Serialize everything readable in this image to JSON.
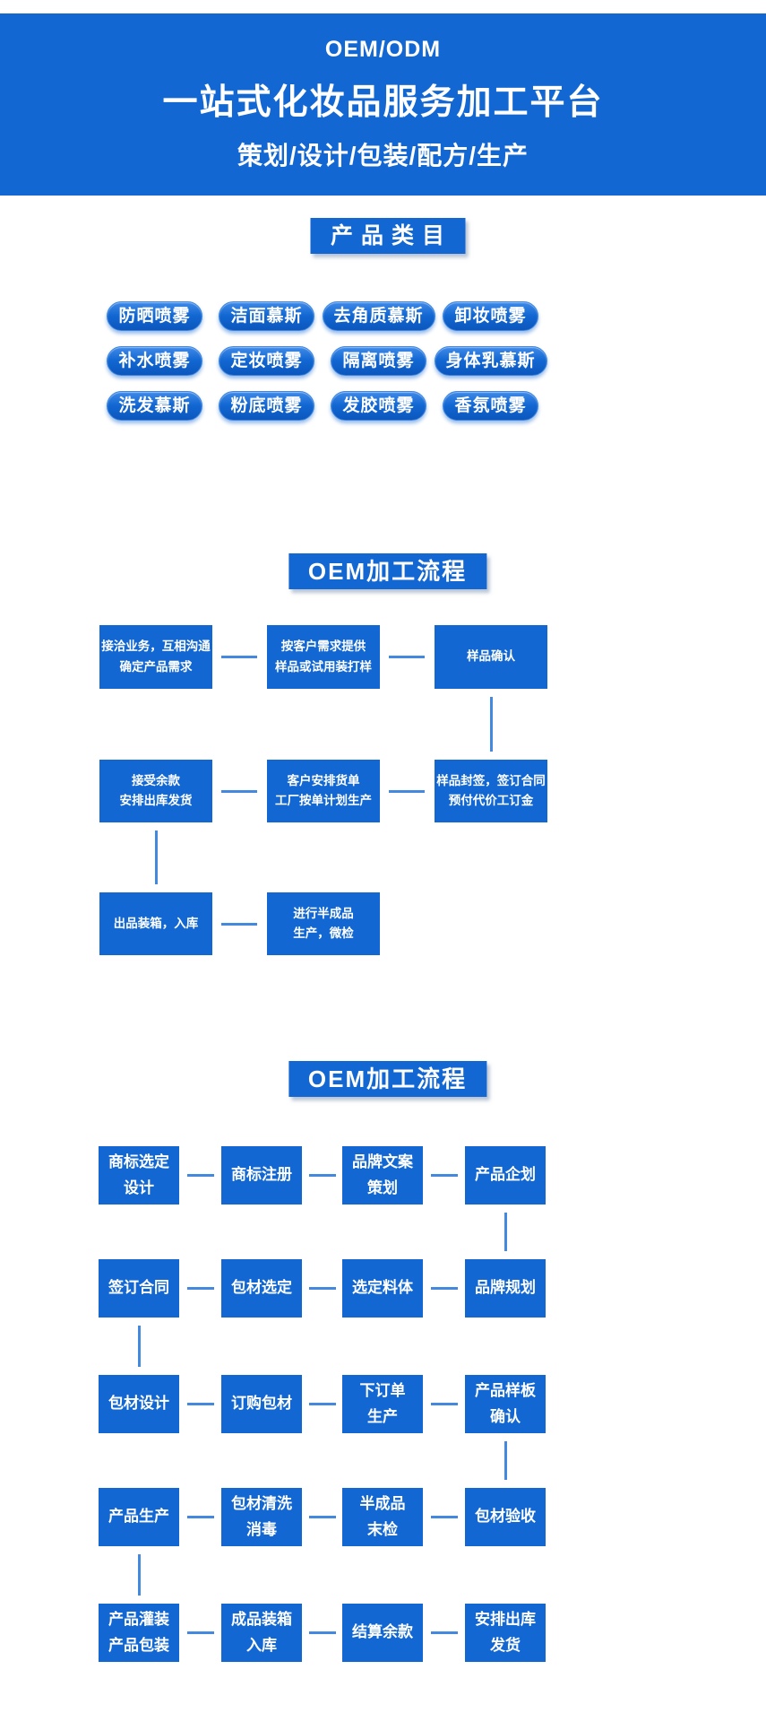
{
  "header": {
    "line1": "OEM/ODM",
    "line2": "一站式化妆品服务加工平台",
    "line3": "策划/设计/包装/配方/生产"
  },
  "categories": {
    "title": "产品类目",
    "pills": [
      "防晒喷雾",
      "洁面慕斯",
      "去角质慕斯",
      "卸妆喷雾",
      "补水喷雾",
      "定妆喷雾",
      "隔离喷雾",
      "身体乳慕斯",
      "洗发慕斯",
      "粉底喷雾",
      "发胶喷雾",
      "香氛喷雾"
    ]
  },
  "flow1": {
    "title": "OEM加工流程",
    "rows": [
      [
        [
          "接洽业务，互相沟通",
          "确定产品需求"
        ],
        [
          "按客户需求提供",
          "样品或试用装打样"
        ],
        [
          "样品确认"
        ]
      ],
      [
        [
          "接受余款",
          "安排出库发货"
        ],
        [
          "客户安排货单",
          "工厂按单计划生产"
        ],
        [
          "样品封签，签订合同",
          "预付代价工订金"
        ]
      ],
      [
        [
          "出品装箱，入库"
        ],
        [
          "进行半成品",
          "生产，微检"
        ]
      ]
    ]
  },
  "flow2": {
    "title": "OEM加工流程",
    "rows": [
      [
        [
          "商标选定",
          "设计"
        ],
        [
          "商标注册"
        ],
        [
          "品牌文案",
          "策划"
        ],
        [
          "产品企划"
        ]
      ],
      [
        [
          "签订合同"
        ],
        [
          "包材选定"
        ],
        [
          "选定料体"
        ],
        [
          "品牌规划"
        ]
      ],
      [
        [
          "包材设计"
        ],
        [
          "订购包材"
        ],
        [
          "下订单",
          "生产"
        ],
        [
          "产品样板",
          "确认"
        ]
      ],
      [
        [
          "产品生产"
        ],
        [
          "包材清洗",
          "消毒"
        ],
        [
          "半成品",
          "末检"
        ],
        [
          "包材验收"
        ]
      ],
      [
        [
          "产品灌装",
          "产品包装"
        ],
        [
          "成品装箱",
          "入库"
        ],
        [
          "结算余款"
        ],
        [
          "安排出库",
          "发货"
        ]
      ]
    ]
  },
  "colors": {
    "primary_blue": "#1267d2",
    "pill_highlight": "#3f8ae8",
    "pill_shadow_blue": "#0b57bd",
    "connector_blue": "#4489e0",
    "text_white": "#ffffff"
  }
}
